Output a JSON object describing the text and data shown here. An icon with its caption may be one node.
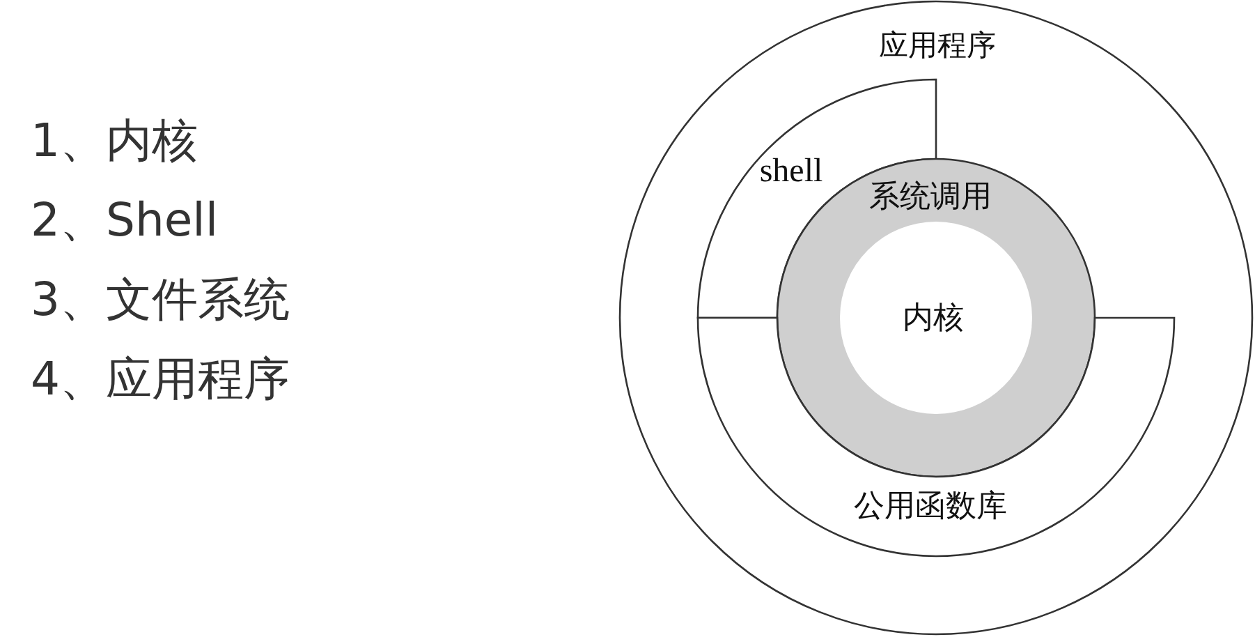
{
  "diagram": {
    "nodes": [
      {
        "text": [
          "应用程序"
        ]
      },
      {
        "text": [
          "shell"
        ],
        "in": 0
      },
      {
        "text": [
          "系统调用"
        ],
        "in": 0
      },
      {
        "text": [
          "内核"
        ],
        "in": 2
      },
      {
        "text": [
          "公用函数库"
        ],
        "in": 0
      }
    ],
    "labels": [
      "1、内核",
      "2、Shell",
      "3、文件系统",
      "4、应用程序"
    ]
  }
}
